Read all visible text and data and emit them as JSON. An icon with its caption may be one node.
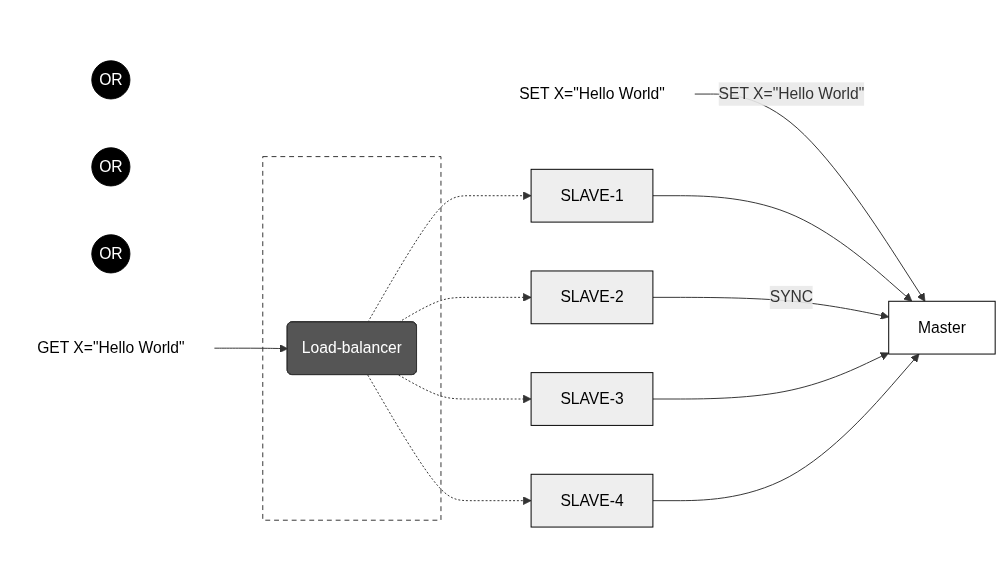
{
  "diagram": {
    "nodes": [
      {
        "text": [
          "Master"
        ]
      },
      {
        "text": [
          "SLAVE-1"
        ]
      },
      {
        "text": [
          "OR"
        ]
      },
      {
        "text": [
          "SLAVE-2"
        ]
      },
      {
        "text": [
          "OR"
        ]
      },
      {
        "text": [
          "SLAVE-3"
        ]
      },
      {
        "text": [
          "OR"
        ]
      },
      {
        "text": [
          "SLAVE-4"
        ]
      },
      {
        "text": [
          "SET X=\"Hello World\""
        ]
      },
      {
        "text": [],
        "shape": "box"
      },
      {
        "text": [
          "Load-balancer"
        ],
        "in": 9
      },
      {
        "text": [
          "GET X=\"Hello World\""
        ]
      }
    ],
    "edges": [
      {
        "from": 8,
        "to": 0,
        "arrow": "to",
        "label": "SET X=\"Hello World\""
      },
      {
        "from": 11,
        "to": 10,
        "arrow": "to"
      },
      {
        "from": 10,
        "to": 1,
        "arrow": "to",
        "style": "dashed"
      },
      {
        "from": 10,
        "to": 3,
        "arrow": "to",
        "style": "dashed"
      },
      {
        "from": 10,
        "to": 5,
        "arrow": "to",
        "style": "dashed"
      },
      {
        "from": 10,
        "to": 7,
        "arrow": "to",
        "style": "dashed"
      },
      {
        "from": 1,
        "to": 0,
        "arrow": "to"
      },
      {
        "from": 3,
        "to": 0,
        "arrow": "to",
        "label": "SYNC"
      },
      {
        "from": 5,
        "to": 0,
        "arrow": "to"
      },
      {
        "from": 7,
        "to": 0,
        "arrow": "to"
      }
    ]
  }
}
